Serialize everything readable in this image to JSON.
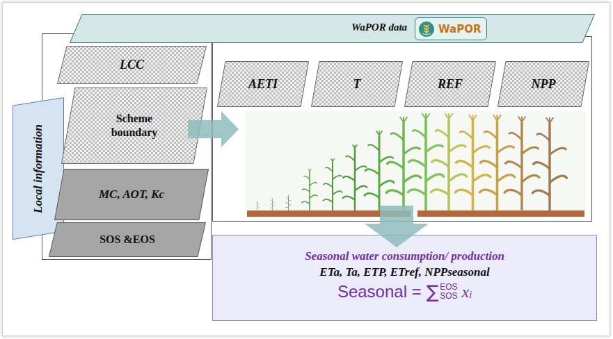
{
  "diagram": {
    "nodes": [
      {
        "text": [
          "WaPOR data",
          "WaPOR"
        ]
      },
      {
        "text": [
          "Local information"
        ]
      },
      {
        "text": [
          "LCC"
        ]
      },
      {
        "text": [
          "Scheme boundary"
        ]
      },
      {
        "text": [
          "MC, AOT, Kc"
        ]
      },
      {
        "text": [
          "SOS &EOS"
        ]
      },
      {
        "text": [
          "AETI"
        ]
      },
      {
        "text": [
          "T"
        ]
      },
      {
        "text": [
          "REF"
        ]
      },
      {
        "text": [
          "NPP"
        ]
      },
      {
        "text": [
          "Seasonal water consumption/ production",
          "ETa, Ta, ETP, ETref, NPPseasonal",
          "Seasonal =",
          "∑",
          "EOS",
          "SOS",
          "x",
          "i"
        ]
      }
    ]
  }
}
